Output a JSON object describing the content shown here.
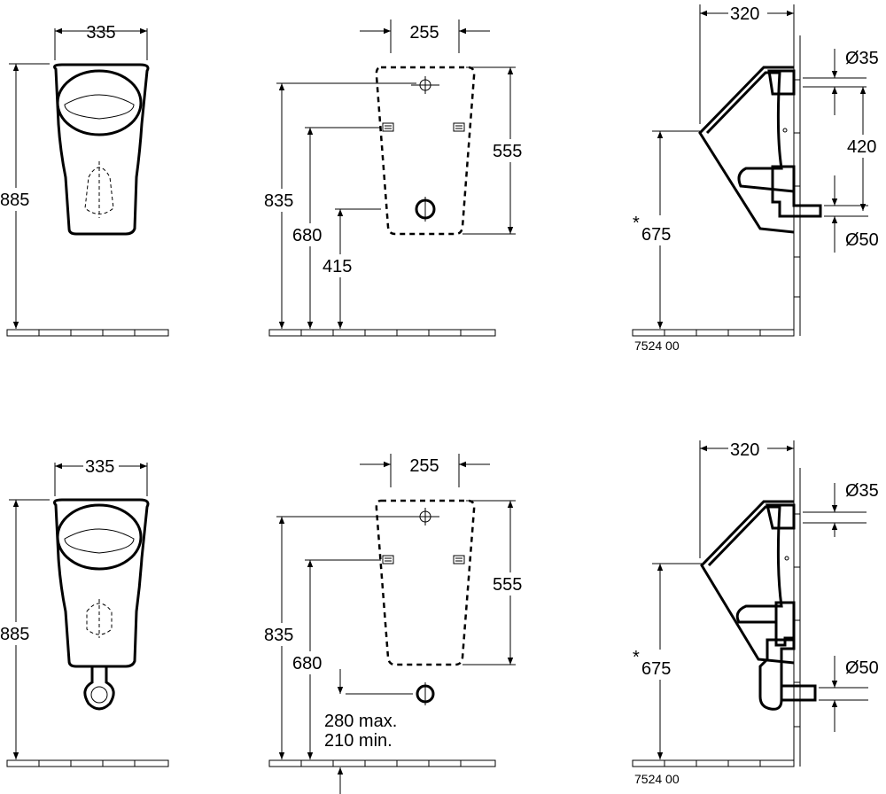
{
  "top_row": {
    "front": {
      "width": "335",
      "height": "885"
    },
    "mount": {
      "width": "255",
      "height_total": "835",
      "height_screws": "680",
      "height_outlet": "415",
      "height_template": "555"
    },
    "side": {
      "depth": "320",
      "inlet": "Ø35",
      "inlet_outlet_dist": "420",
      "outlet": "Ø50",
      "rim_height": "675",
      "star": "*",
      "code": "7524 00"
    }
  },
  "bottom_row": {
    "front": {
      "width": "335",
      "height": "885"
    },
    "mount": {
      "width": "255",
      "height_total": "835",
      "height_screws": "680",
      "height_template": "555",
      "outlet_max": "280 max.",
      "outlet_min": "210 min."
    },
    "side": {
      "depth": "320",
      "inlet": "Ø35",
      "outlet": "Ø50",
      "rim_height": "675",
      "star": "*",
      "code": "7524 00"
    }
  }
}
